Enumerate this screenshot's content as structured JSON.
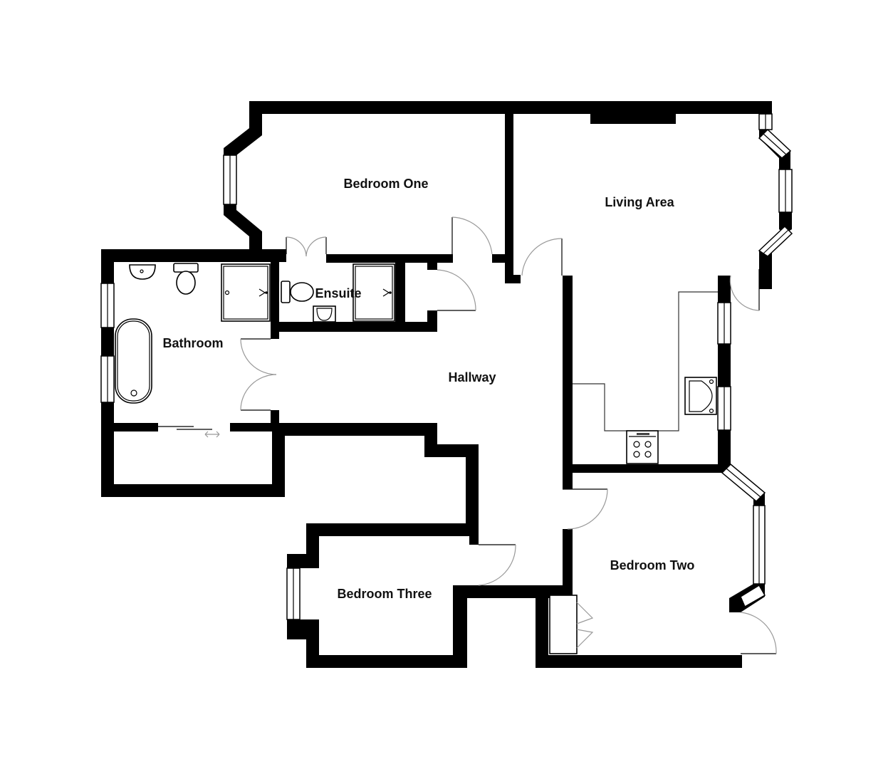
{
  "floorplan": {
    "rooms": [
      {
        "id": "bedroom-one",
        "label": "Bedroom One"
      },
      {
        "id": "living-area",
        "label": "Living Area"
      },
      {
        "id": "ensuite",
        "label": "Ensuite"
      },
      {
        "id": "bathroom",
        "label": "Bathroom"
      },
      {
        "id": "hallway",
        "label": "Hallway"
      },
      {
        "id": "bedroom-two",
        "label": "Bedroom Two"
      },
      {
        "id": "bedroom-three",
        "label": "Bedroom Three"
      }
    ],
    "colors": {
      "wall": "#000000",
      "background": "#ffffff",
      "door_swing": "#999999"
    }
  }
}
